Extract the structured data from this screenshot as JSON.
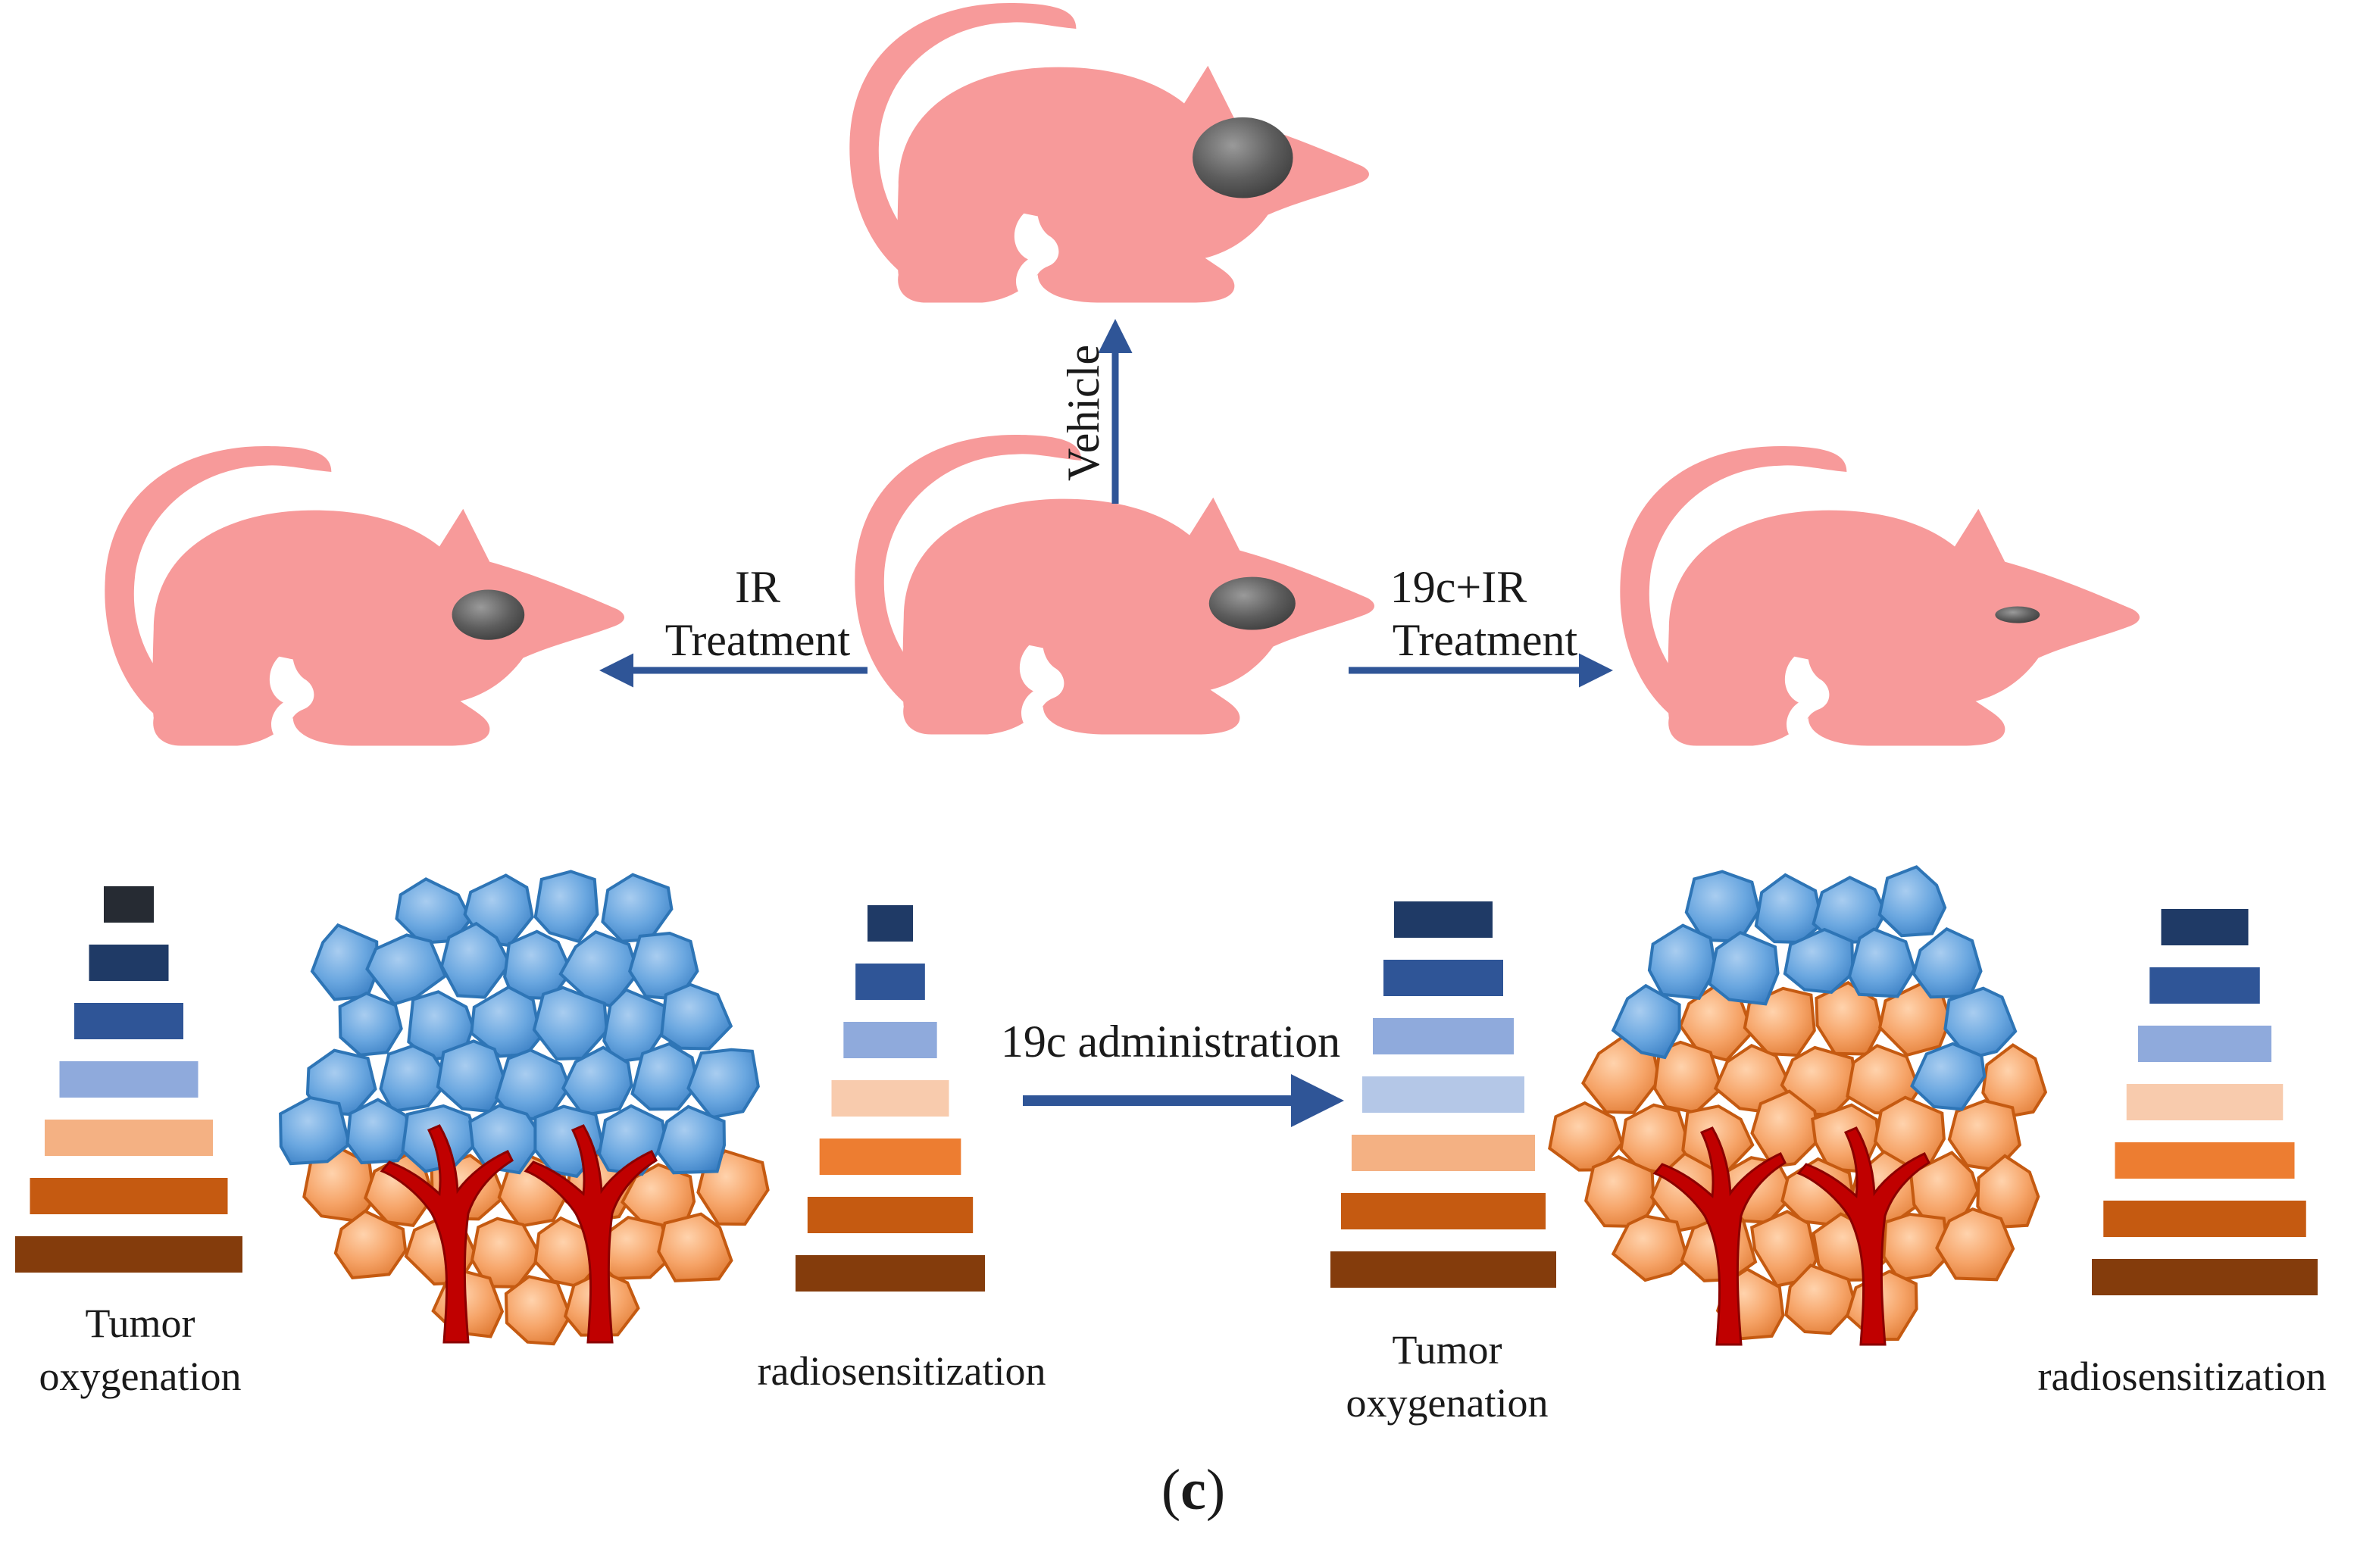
{
  "labels": {
    "vehicle": "Vehicle",
    "ir_line1": "IR",
    "ir_line2": "Treatment",
    "combo_line1": "19c+IR",
    "combo_line2": "Treatment",
    "administration": "19c administration",
    "left_oxy_line1": "Tumor",
    "left_oxy_line2": "oxygenation",
    "left_radio": "radiosensitization",
    "right_oxy_line1": "Tumor",
    "right_oxy_line2": "oxygenation",
    "right_radio": "radiosensitization"
  },
  "caption": {
    "open": "(",
    "letter": "c",
    "close": ")"
  },
  "colors": {
    "mouse": "#f79a9a",
    "tumor_dark": "#5a5a5a",
    "arrow": "#2f5597",
    "cell_blue": "#5b9bd5",
    "cell_blue_edge": "#2e75b6",
    "cell_orange": "#f4a460",
    "cell_orange_edge": "#c55a11",
    "vessel": "#c00000"
  },
  "bar_scales": {
    "left_oxygenation": [
      "#262b33",
      "#1f3a66",
      "#2f5597",
      "#8faadc",
      "#f4b183",
      "#c55a11",
      "#843c0c"
    ],
    "left_radiosensitization": [
      "#1f3a66",
      "#2f5597",
      "#8faadc",
      "#f8cbad",
      "#ed7d31",
      "#c55a11",
      "#843c0c"
    ],
    "right_oxygenation": [
      "#1f3a66",
      "#2f5597",
      "#8faadc",
      "#b4c7e7",
      "#f4b183",
      "#c55a11",
      "#843c0c"
    ],
    "right_radiosensitization": [
      "#1f3a66",
      "#2f5597",
      "#8faadc",
      "#f8cbad",
      "#ed7d31",
      "#c55a11",
      "#843c0c"
    ]
  }
}
